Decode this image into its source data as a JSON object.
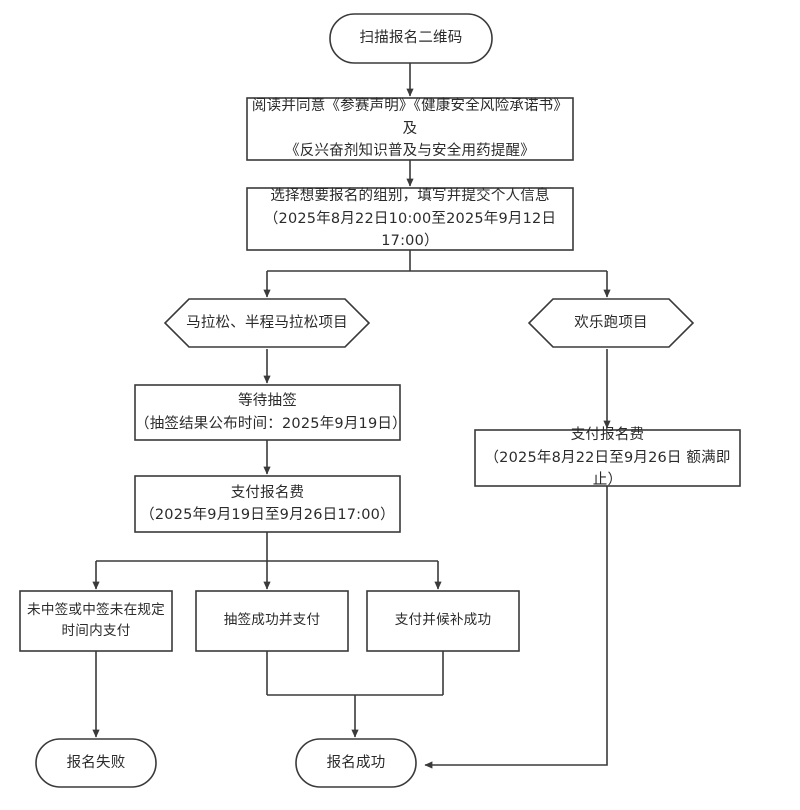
{
  "diagram": {
    "title": "马拉松报名流程图",
    "stroke_color": "#3a3a3a",
    "fill_color": "#ffffff",
    "text_color": "#2b2b2b",
    "background": "#ffffff"
  },
  "nodes": {
    "scan": {
      "label": "扫描报名二维码",
      "shape": "stadium"
    },
    "agree": {
      "label": "阅读并同意《参赛声明》《健康安全风险承诺书》及\n《反兴奋剂知识普及与安全用药提醒》",
      "shape": "rect"
    },
    "register": {
      "label": "选择想要报名的组别，填写并提交个人信息\n（2025年8月22日10:00至2025年9月12日17:00）",
      "shape": "rect"
    },
    "marathon_branch": {
      "label": "马拉松、半程马拉松项目",
      "shape": "hexagon"
    },
    "funrun_branch": {
      "label": "欢乐跑项目",
      "shape": "hexagon"
    },
    "wait_lottery": {
      "label": "等待抽签\n（抽签结果公布时间：2025年9月19日）",
      "shape": "rect"
    },
    "pay_marathon": {
      "label": "支付报名费\n（2025年9月19日至9月26日17:00）",
      "shape": "rect"
    },
    "pay_funrun": {
      "label": "支付报名费\n（2025年8月22日至9月26日 额满即止）",
      "shape": "rect"
    },
    "not_selected": {
      "label": "未中签或中签未在规定\n时间内支付",
      "shape": "rect"
    },
    "lottery_paid": {
      "label": "抽签成功并支付",
      "shape": "rect"
    },
    "waitlist_paid": {
      "label": "支付并候补成功",
      "shape": "rect"
    },
    "fail": {
      "label": "报名失败",
      "shape": "stadium"
    },
    "success": {
      "label": "报名成功",
      "shape": "stadium"
    }
  }
}
